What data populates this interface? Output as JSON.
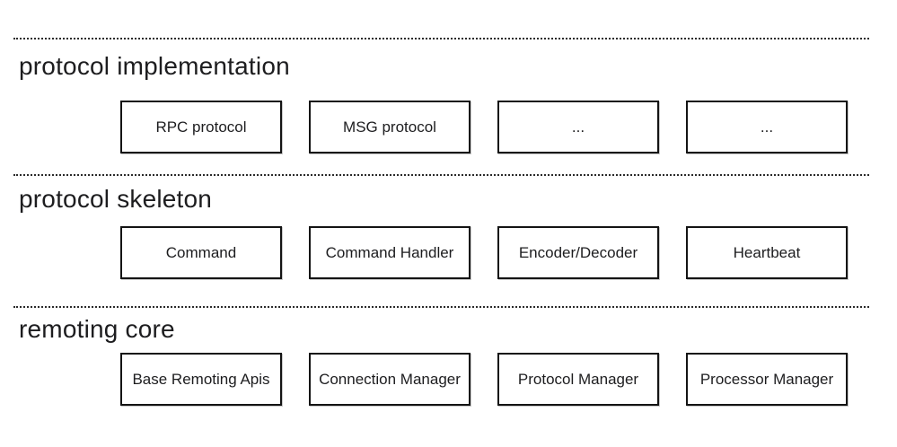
{
  "colors": {
    "background": "#ffffff",
    "divider": "#2b2b2b",
    "box_border": "#141414",
    "text": "#1d1d1f"
  },
  "sections": [
    {
      "title": "protocol implementation",
      "boxes": [
        "RPC protocol",
        "MSG protocol",
        "...",
        "..."
      ]
    },
    {
      "title": "protocol skeleton",
      "boxes": [
        "Command",
        "Command Handler",
        "Encoder/Decoder",
        "Heartbeat"
      ]
    },
    {
      "title": "remoting core",
      "boxes": [
        "Base Remoting Apis",
        "Connection Manager",
        "Protocol Manager",
        "Processor Manager"
      ]
    }
  ]
}
